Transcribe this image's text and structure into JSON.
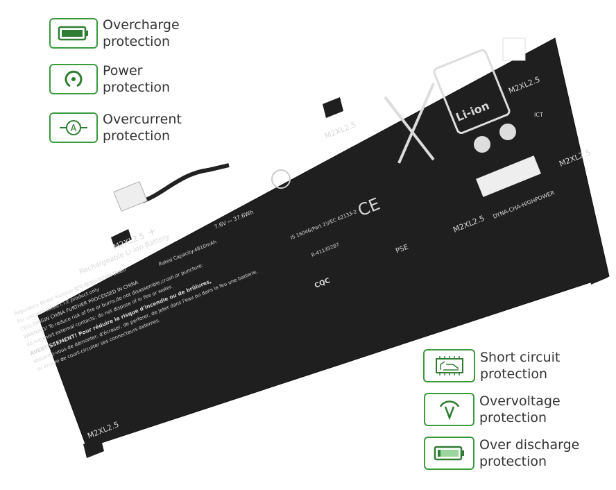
{
  "features": [
    {
      "icon": "battery-full-icon",
      "line1": "Overcharge",
      "line2": "protection"
    },
    {
      "icon": "power-icon",
      "line1": "Power",
      "line2": "protection"
    },
    {
      "icon": "ammeter-icon",
      "line1": "Overcurrent",
      "line2": "protection"
    },
    {
      "icon": "circuit-board-icon",
      "line1": "Short circuit",
      "line2": "protection"
    },
    {
      "icon": "voltmeter-icon",
      "line1": "Overvoltage",
      "line2": "protection"
    },
    {
      "icon": "battery-low-icon",
      "line1": "Over discharge",
      "line2": "protection"
    }
  ],
  "battery": {
    "screw_mark": "M2XL2.5",
    "plus": "+",
    "title": "Rechargeable Li-ion Battery",
    "model": "Regulatory Model Number 型号/型號:HSTNN-DB8U",
    "capacity": "Rated Capacity:4810mAh",
    "lines": [
      "For use with listed I.T.E product only",
      "CELL ORIGIN CHINA FURTHER PROCESSED IN CHINA",
      "WARNING! To reduce risk of fire or burns,do not disassemble,crush,or puncture;",
      "do not short external contacts; do not dispose of in fire or water.",
      "AVERTISSEMENT! Pour réduire le risque d'incendie ou de brûlures,",
      "abstenez-vous de démonter, d'écraser, de perforer, de jeter dans l'eau ou dans le feu une batterie,",
      "ou encore de court-circuiter ses connecteurs externes."
    ],
    "spec": "7.6V ⎓ 37.6Wh",
    "liion": "Li-ion",
    "brand_line": "DYNA-CHA-HIGHPOWER",
    "ce": "CE",
    "cqc": "CQC",
    "pse": "PSE",
    "ict": "ICT",
    "kc": "R-41135287",
    "bis": "IS 16046(Part 2)/IEC 62133-2"
  },
  "colors": {
    "accent": "#3a9a3e",
    "battery": "#1e1e1e"
  }
}
